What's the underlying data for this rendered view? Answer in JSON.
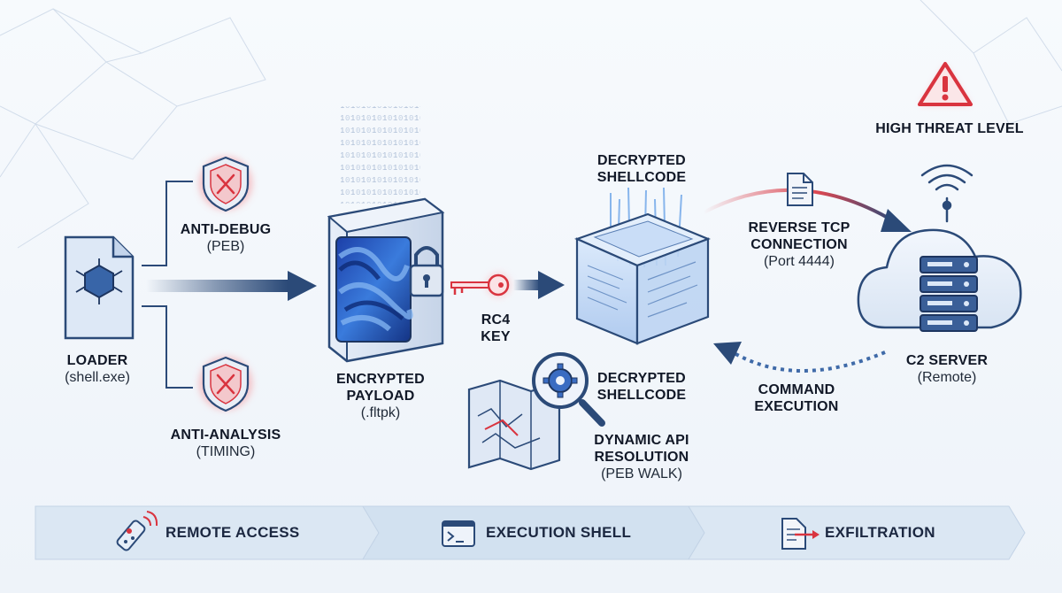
{
  "nodes": {
    "loader": {
      "title": "LOADER",
      "subtitle": "(shell.exe)"
    },
    "anti_debug": {
      "title": "ANTI-DEBUG",
      "subtitle": "(PEB)"
    },
    "anti_analysis": {
      "title": "ANTI-ANALYSIS",
      "subtitle": "(TIMING)"
    },
    "encrypted_payload": {
      "title_line1": "ENCRYPTED",
      "title_line2": "PAYLOAD",
      "subtitle": "(.fltpk)"
    },
    "rc4_key": {
      "line1": "RC4",
      "line2": "KEY"
    },
    "decrypted_top": {
      "line1": "DECRYPTED",
      "line2": "SHELLCODE"
    },
    "decrypted_bottom": {
      "line1": "DECRYPTED",
      "line2": "SHELLCODE"
    },
    "dynamic_api": {
      "line1": "DYNAMIC API",
      "line2": "RESOLUTION",
      "subtitle": "(PEB WALK)"
    },
    "reverse_tcp": {
      "line1": "REVERSE TCP",
      "line2": "CONNECTION",
      "subtitle": "(Port 4444)"
    },
    "command_exec": {
      "line1": "COMMAND",
      "line2": "EXECUTION"
    },
    "c2_server": {
      "title": "C2 SERVER",
      "subtitle": "(Remote)"
    },
    "threat": {
      "label": "HIGH THREAT LEVEL"
    }
  },
  "stages": [
    {
      "label": "REMOTE ACCESS",
      "icon": "remote-control-icon"
    },
    {
      "label": "EXECUTION SHELL",
      "icon": "terminal-icon"
    },
    {
      "label": "EXFILTRATION",
      "icon": "document-export-icon"
    }
  ],
  "colors": {
    "accent_blue": "#2b4a78",
    "threat_red": "#d9343f",
    "band": "#dbe7f3"
  }
}
